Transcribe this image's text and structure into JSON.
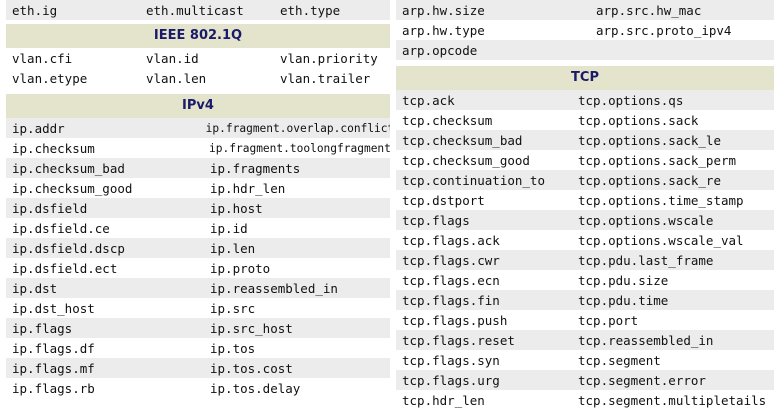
{
  "left": {
    "eth": {
      "rows": [
        [
          "eth.ig",
          "eth.multicast",
          "eth.type"
        ]
      ]
    },
    "vlan": {
      "title": "IEEE 802.1Q",
      "rows": [
        [
          "vlan.cfi",
          "vlan.id",
          "vlan.priority"
        ],
        [
          "vlan.etype",
          "vlan.len",
          "vlan.trailer"
        ]
      ]
    },
    "ipv4": {
      "title": "IPv4",
      "rows": [
        [
          "ip.addr",
          "ip.fragment.overlap.conflict"
        ],
        [
          "ip.checksum",
          "ip.fragment.toolongfragment"
        ],
        [
          "ip.checksum_bad",
          "ip.fragments"
        ],
        [
          "ip.checksum_good",
          "ip.hdr_len"
        ],
        [
          "ip.dsfield",
          "ip.host"
        ],
        [
          "ip.dsfield.ce",
          "ip.id"
        ],
        [
          "ip.dsfield.dscp",
          "ip.len"
        ],
        [
          "ip.dsfield.ect",
          "ip.proto"
        ],
        [
          "ip.dst",
          "ip.reassembled_in"
        ],
        [
          "ip.dst_host",
          "ip.src"
        ],
        [
          "ip.flags",
          "ip.src_host"
        ],
        [
          "ip.flags.df",
          "ip.tos"
        ],
        [
          "ip.flags.mf",
          "ip.tos.cost"
        ],
        [
          "ip.flags.rb",
          "ip.tos.delay"
        ]
      ]
    }
  },
  "right": {
    "arp": {
      "rows": [
        [
          "arp.hw.size",
          "arp.src.hw_mac"
        ],
        [
          "arp.hw.type",
          "arp.src.proto_ipv4"
        ],
        [
          "arp.opcode",
          ""
        ]
      ]
    },
    "tcp": {
      "title": "TCP",
      "rows": [
        [
          "tcp.ack",
          "tcp.options.qs"
        ],
        [
          "tcp.checksum",
          "tcp.options.sack"
        ],
        [
          "tcp.checksum_bad",
          "tcp.options.sack_le"
        ],
        [
          "tcp.checksum_good",
          "tcp.options.sack_perm"
        ],
        [
          "tcp.continuation_to",
          "tcp.options.sack_re"
        ],
        [
          "tcp.dstport",
          "tcp.options.time_stamp"
        ],
        [
          "tcp.flags",
          "tcp.options.wscale"
        ],
        [
          "tcp.flags.ack",
          "tcp.options.wscale_val"
        ],
        [
          "tcp.flags.cwr",
          "tcp.pdu.last_frame"
        ],
        [
          "tcp.flags.ecn",
          "tcp.pdu.size"
        ],
        [
          "tcp.flags.fin",
          "tcp.pdu.time"
        ],
        [
          "tcp.flags.push",
          "tcp.port"
        ],
        [
          "tcp.flags.reset",
          "tcp.reassembled_in"
        ],
        [
          "tcp.flags.syn",
          "tcp.segment"
        ],
        [
          "tcp.flags.urg",
          "tcp.segment.error"
        ],
        [
          "tcp.hdr_len",
          "tcp.segment.multipletails"
        ]
      ]
    }
  }
}
